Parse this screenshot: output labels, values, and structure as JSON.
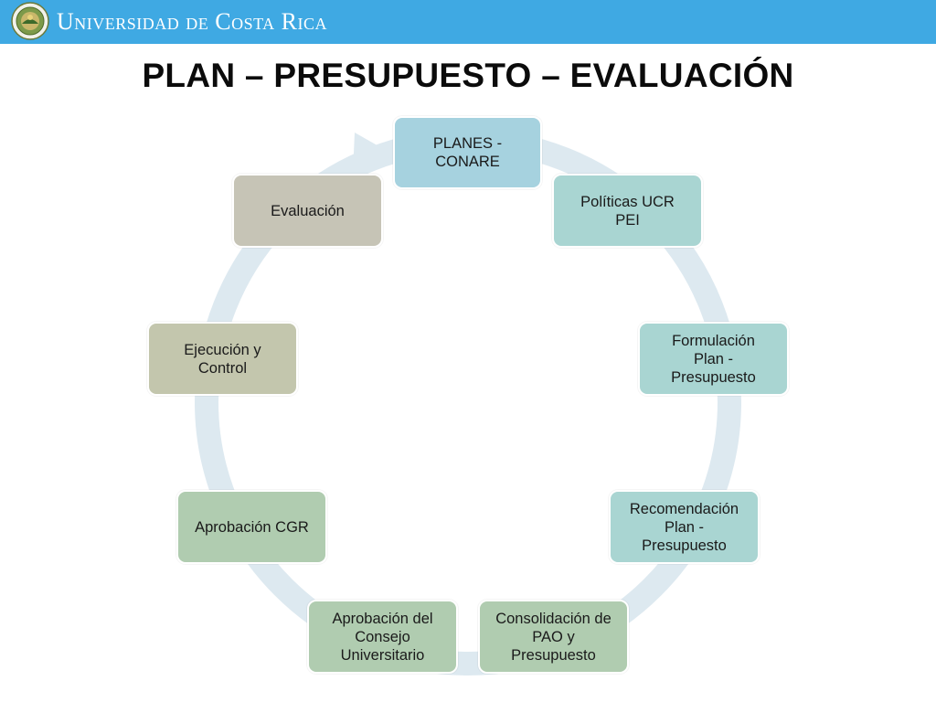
{
  "header": {
    "brand": "Universidad de Costa Rica",
    "bar_color": "#3fa9e3"
  },
  "title": "PLAN – PRESUPUESTO – EVALUACIÓN",
  "cycle": {
    "ring_color": "#dde9f0",
    "nodes": [
      {
        "label": "PLANES -\nCONARE",
        "color": "#a6d2df"
      },
      {
        "label": "Políticas UCR\nPEI",
        "color": "#a9d5d2"
      },
      {
        "label": "Formulación\nPlan -\nPresupuesto",
        "color": "#a9d5d2"
      },
      {
        "label": "Recomendación\nPlan -\nPresupuesto",
        "color": "#a9d5d2"
      },
      {
        "label": "Consolidación de\nPAO y\nPresupuesto",
        "color": "#b0ccb0"
      },
      {
        "label": "Aprobación del\nConsejo\nUniversitario",
        "color": "#b0ccb0"
      },
      {
        "label": "Aprobación CGR",
        "color": "#b0ccb0"
      },
      {
        "label": "Ejecución y\nControl",
        "color": "#c3c6ad"
      },
      {
        "label": "Evaluación",
        "color": "#c6c4b6"
      }
    ]
  }
}
